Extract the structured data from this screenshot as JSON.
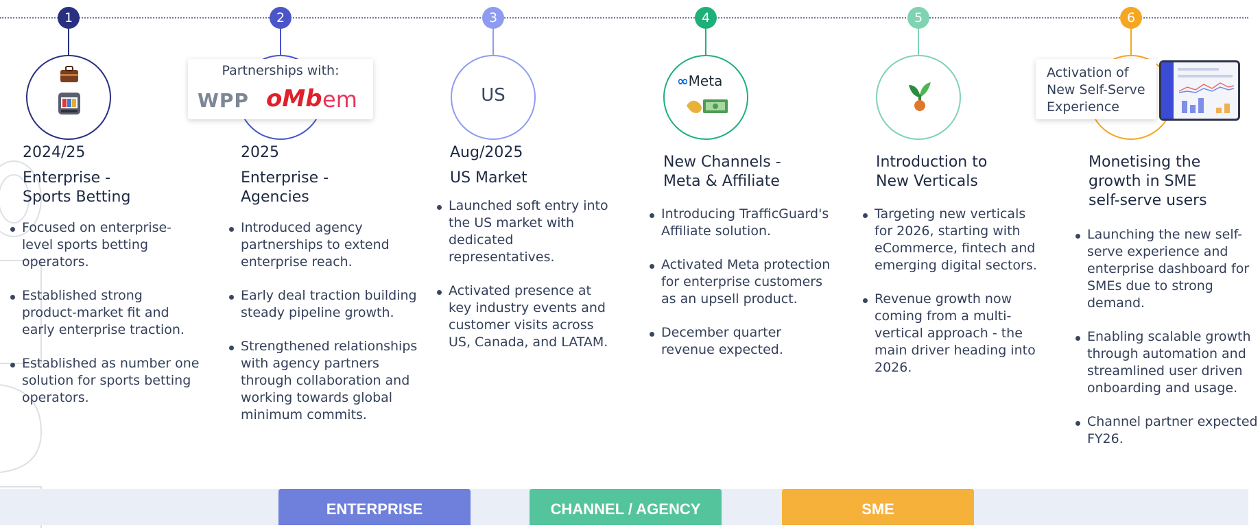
{
  "colors": {
    "step1": "#28307f",
    "step2": "#4a55c9",
    "step3": "#8f9bf0",
    "step4": "#1fb07a",
    "step5": "#7fd3b2",
    "step6": "#f5a623",
    "enterprise": "#6e7fdc",
    "channel": "#53c49b",
    "sme": "#f6b13a"
  },
  "steps": [
    {
      "number": "1",
      "year": "2024/25",
      "title": [
        "Enterprise -",
        "Sports Betting"
      ],
      "icons": [
        "briefcase-icon",
        "slot-machine-icon"
      ],
      "bullets": [
        "Focused on enterprise-level sports betting operators.",
        "Established strong product-market fit and early enterprise traction.",
        "Established as number one solution for sports betting operators."
      ]
    },
    {
      "number": "2",
      "year": "2025",
      "title": [
        "Enterprise -",
        "Agencies"
      ],
      "partners_label": "Partnerships with:",
      "partner_logos": [
        "WPP",
        "oMb",
        "em"
      ],
      "bullets": [
        "Introduced agency partnerships to extend enterprise reach.",
        "Early deal traction building steady pipeline growth.",
        "Strengthened relationships with agency partners through collaboration and working towards global minimum commits."
      ]
    },
    {
      "number": "3",
      "year": "Aug/2025",
      "title": [
        "US Market"
      ],
      "circle_text": "US",
      "bullets": [
        "Launched soft entry into the US market with dedicated representatives.",
        "Activated presence at key industry events and customer visits across US, Canada, and LATAM."
      ]
    },
    {
      "number": "4",
      "title": [
        "New Channels -",
        "Meta & Affiliate"
      ],
      "circle_logo": "Meta",
      "icons": [
        "meta-logo-icon",
        "handshake-money-icon"
      ],
      "bullets": [
        "Introducing TrafficGuard's Affiliate solution.",
        "Activated Meta protection for enterprise customers as an upsell product.",
        "December quarter revenue expected."
      ]
    },
    {
      "number": "5",
      "title": [
        "Introduction to",
        "New Verticals"
      ],
      "icons": [
        "sprout-icon"
      ],
      "bullets": [
        "Targeting new verticals for 2026, starting with eCommerce, fintech and emerging digital sectors.",
        "Revenue growth now coming from a multi-vertical approach - the main driver heading into 2026."
      ]
    },
    {
      "number": "6",
      "title": [
        "Monetising the",
        "growth in SME",
        "self-serve users"
      ],
      "card_text": [
        "Activation of",
        "New Self-Serve",
        "Experience"
      ],
      "icons": [
        "dashboard-screenshot-icon"
      ],
      "bullets": [
        "Launching the new self-serve experience and enterprise dashboard for SMEs due to strong demand.",
        "Enabling scalable growth through automation and streamlined user driven onboarding and usage.",
        "Channel partner expected FY26."
      ]
    }
  ],
  "segments": [
    {
      "label": "ENTERPRISE"
    },
    {
      "label": "CHANNEL / AGENCY"
    },
    {
      "label": "SME"
    }
  ]
}
